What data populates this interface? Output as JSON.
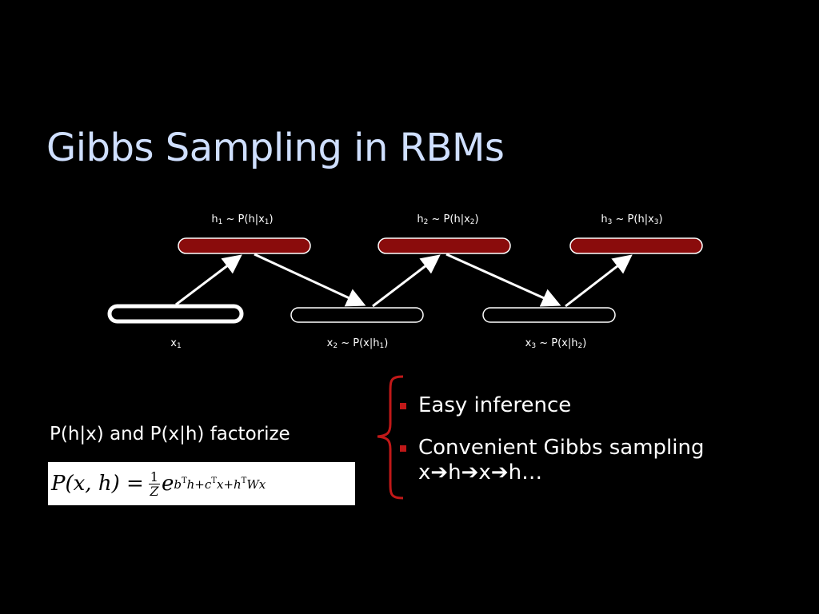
{
  "slide": {
    "title": "Gibbs Sampling in RBMs"
  },
  "diagram": {
    "hidden_labels": [
      {
        "base": "h",
        "sub1": "1",
        "mid": " ~ P(h|x",
        "sub2": "1",
        "end": ")"
      },
      {
        "base": "h",
        "sub1": "2",
        "mid": " ~ P(h|x",
        "sub2": "2",
        "end": ")"
      },
      {
        "base": "h",
        "sub1": "3",
        "mid": " ~ P(h|x",
        "sub2": "3",
        "end": ")"
      }
    ],
    "visible_labels": [
      {
        "base": "x",
        "sub1": "1",
        "mid": "",
        "sub2": "",
        "end": ""
      },
      {
        "base": "x",
        "sub1": "2",
        "mid": " ~ P(x|h",
        "sub2": "1",
        "end": ")"
      },
      {
        "base": "x",
        "sub1": "3",
        "mid": " ~ P(x|h",
        "sub2": "2",
        "end": ")"
      }
    ],
    "colors": {
      "hidden_fill": "#8a0c0c",
      "hidden_stroke": "#ffffff",
      "visible_stroke": "#ffffff",
      "arrow": "#ffffff"
    }
  },
  "left": {
    "factorize_text": "P(h|x) and P(x|h) factorize",
    "formula": {
      "lhs": "P(x, h) = ",
      "frac_num": "1",
      "frac_den": "Z",
      "base": "e",
      "exp_b": "b",
      "exp_b_sup": "T",
      "exp_h1": "h+c",
      "exp_c_sup": "T",
      "exp_x": "x+h",
      "exp_h_sup": "T",
      "exp_tail": "Wx"
    }
  },
  "bullets": {
    "brace_color": "#c01818",
    "marker_color": "#c01818",
    "items": [
      {
        "line1": "Easy inference",
        "line2": ""
      },
      {
        "line1": "Convenient Gibbs sampling",
        "line2": "x➔h➔x➔h…"
      }
    ]
  }
}
